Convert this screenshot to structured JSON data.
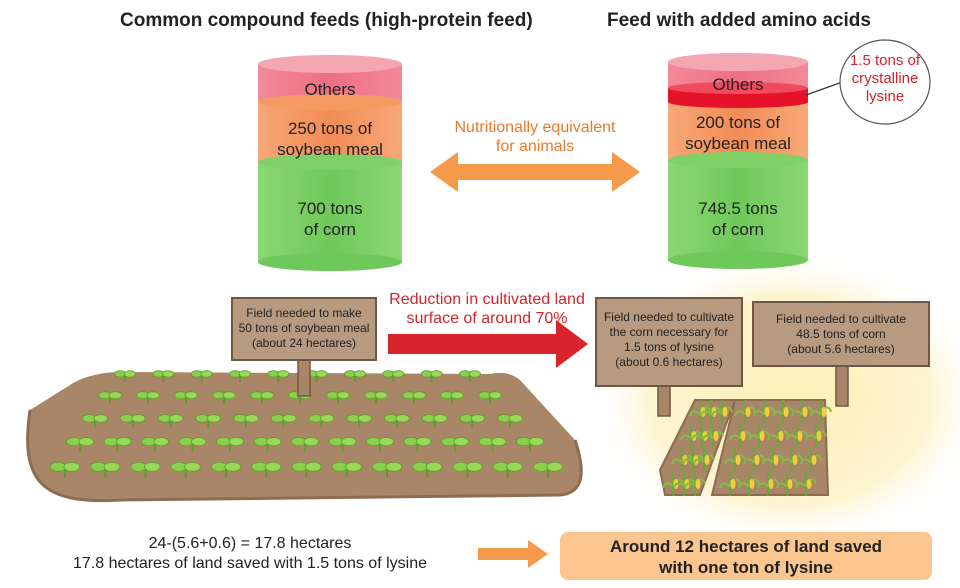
{
  "left_title": "Common compound feeds (high-protein feed)",
  "right_title": "Feed with added amino acids",
  "left_cylinder": {
    "others": "Others",
    "soybean": [
      "250 tons of",
      "soybean meal"
    ],
    "corn": [
      "700 tons",
      "of corn"
    ]
  },
  "right_cylinder": {
    "others": "Others",
    "soybean": [
      "200 tons of",
      "soybean meal"
    ],
    "corn": [
      "748.5 tons",
      "of corn"
    ]
  },
  "lysine_callout": [
    "1.5 tons of",
    "crystalline",
    "lysine"
  ],
  "equivalent_label": [
    "Nutritionally equivalent",
    "for animals"
  ],
  "reduction_label": [
    "Reduction in cultivated land",
    "surface of around 70%"
  ],
  "signs": {
    "soybean_field": [
      "Field needed to make",
      "50 tons of soybean meal",
      "(about 24 hectares)"
    ],
    "lysine_field": [
      "Field needed to cultivate",
      "the corn necessary for",
      "1.5 tons of lysine",
      "(about 0.6 hectares)"
    ],
    "corn_field": [
      "Field needed to cultivate",
      "48.5 tons of corn",
      "(about 5.6 hectares)"
    ]
  },
  "calculation": [
    "24-(5.6+0.6) = 17.8 hectares",
    "17.8 hectares of land saved with 1.5 tons of lysine"
  ],
  "result": [
    "Around 12 hectares of land saved",
    "with one ton of lysine"
  ],
  "colors": {
    "others": "#f07f8e",
    "soybean": "#f59a63",
    "corn": "#7fd067",
    "lysine": "#e5122a",
    "arrow_orange": "#f59a4a",
    "arrow_red": "#d8242b",
    "soil": "#a98668",
    "sign": "#b79a80",
    "result_box": "#fbc58f"
  }
}
